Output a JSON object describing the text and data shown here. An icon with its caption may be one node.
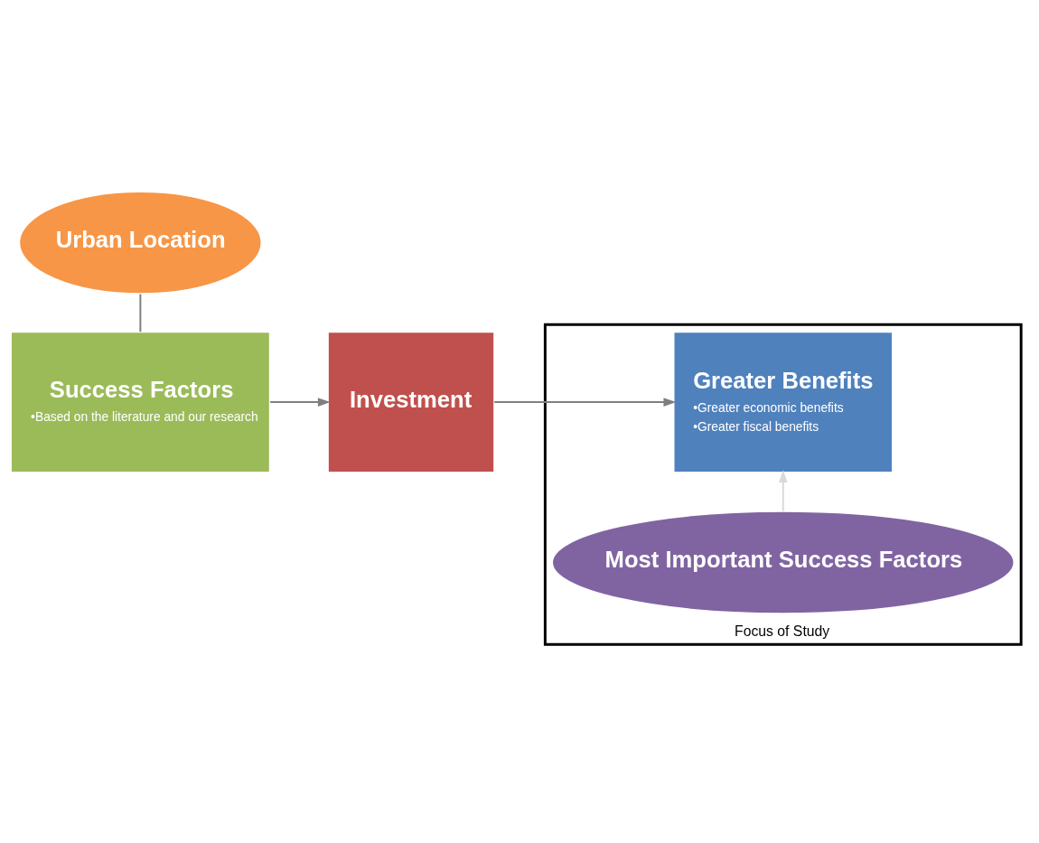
{
  "diagram": {
    "nodes": [
      {
        "text": [
          "Urban Location"
        ]
      },
      {
        "text": [
          "Success Factors",
          "•Based on the literature and our research"
        ]
      },
      {
        "text": [
          "Investment"
        ]
      },
      {
        "text": [
          "Focus of Study"
        ]
      },
      {
        "text": [
          "Greater Benefits",
          "•Greater economic benefits",
          "•Greater fiscal benefits"
        ],
        "in": 3
      },
      {
        "text": [
          "Most Important Success Factors"
        ],
        "in": 3
      }
    ],
    "edges": [
      {
        "from": 0,
        "to": 1,
        "arrow": "none"
      },
      {
        "from": 1,
        "to": 2,
        "arrow": "to"
      },
      {
        "from": 2,
        "to": 4,
        "arrow": "to"
      },
      {
        "from": 5,
        "to": 4,
        "arrow": "to",
        "color": "#d9d9d9"
      }
    ]
  }
}
